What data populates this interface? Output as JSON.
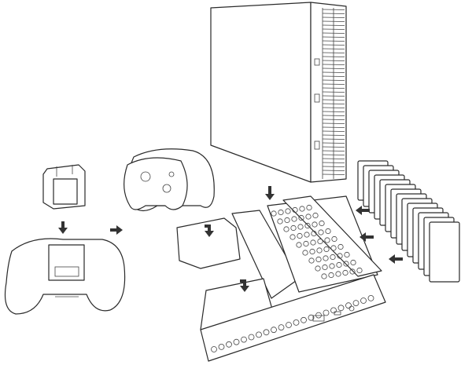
{
  "colors": {
    "line": "#2a2a2a",
    "background": "#ffffff",
    "arrow": "#333333"
  },
  "parts": [
    "console",
    "battery-pack",
    "controller",
    "controller-pair",
    "charging-stand",
    "game-cases"
  ],
  "arrows": [
    "battery-into-controller",
    "controller-to-stand",
    "console-onto-stand",
    "games-into-rack-1",
    "games-into-rack-2",
    "games-into-rack-3",
    "controller-dock-1",
    "controller-dock-2"
  ]
}
